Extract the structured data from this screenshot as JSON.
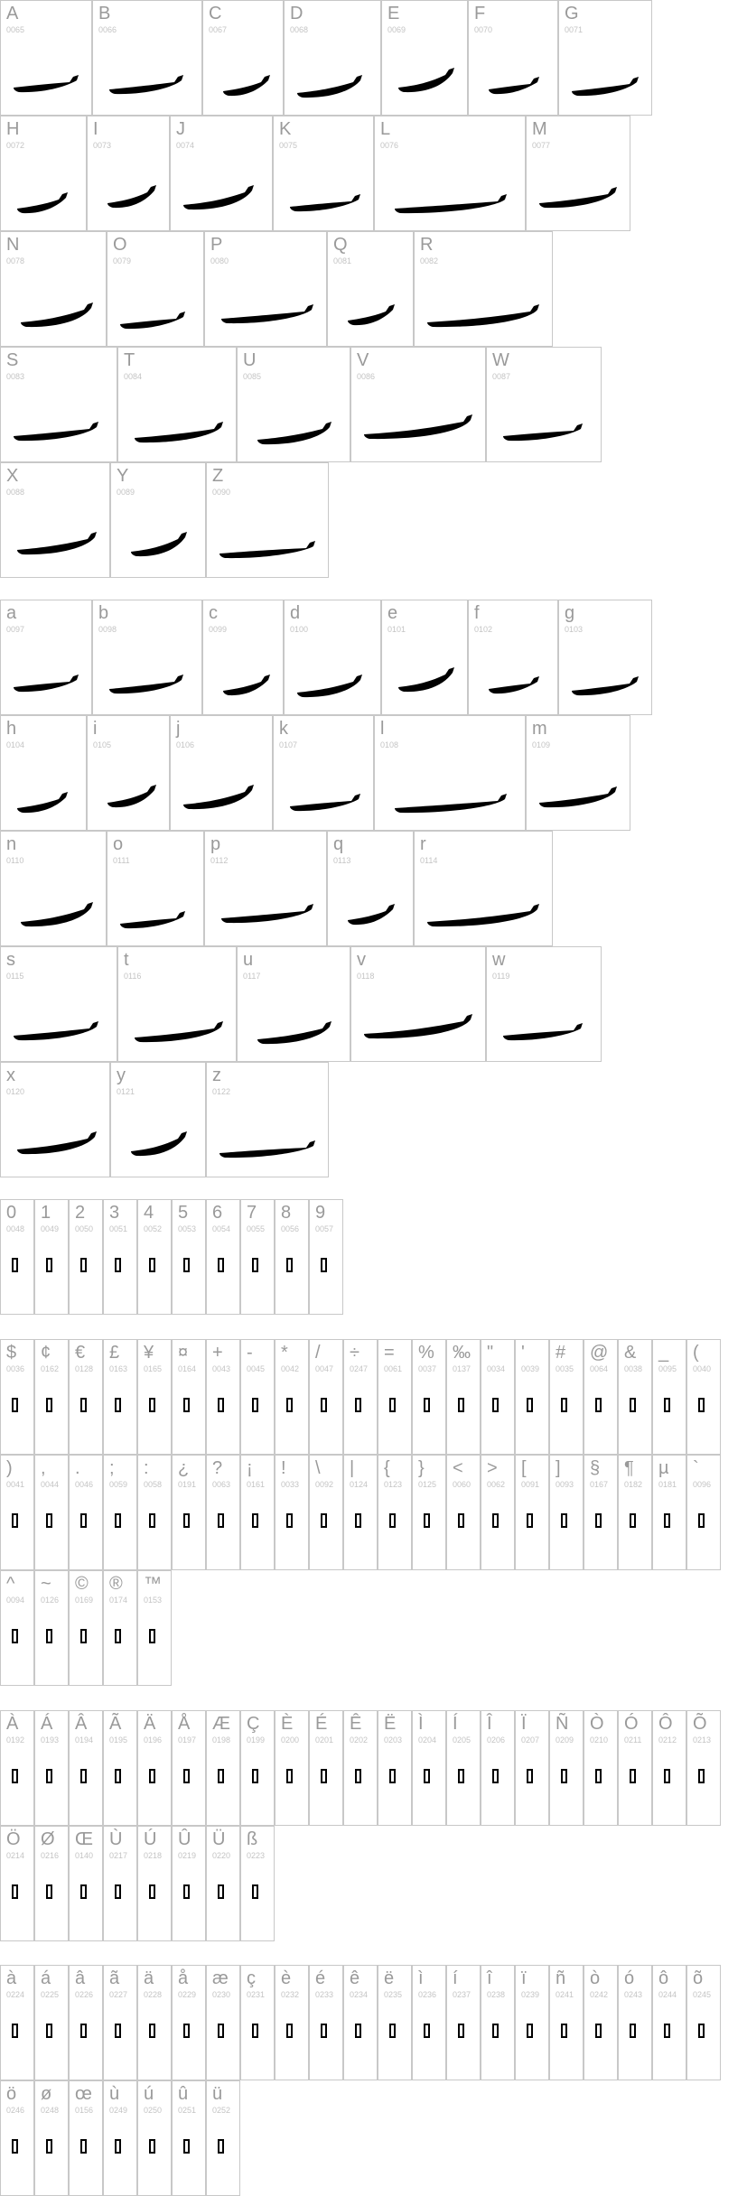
{
  "sections": [
    {
      "id": "uppercase",
      "rows": [
        [
          {
            "label": "A",
            "code": "0065"
          },
          {
            "label": "B",
            "code": "0066"
          },
          {
            "label": "C",
            "code": "0067"
          },
          {
            "label": "D",
            "code": "0068"
          },
          {
            "label": "E",
            "code": "0069"
          },
          {
            "label": "F",
            "code": "0070"
          },
          {
            "label": "G",
            "code": "0071"
          }
        ],
        [
          {
            "label": "H",
            "code": "0072"
          },
          {
            "label": "I",
            "code": "0073"
          },
          {
            "label": "J",
            "code": "0074"
          },
          {
            "label": "K",
            "code": "0075"
          },
          {
            "label": "L",
            "code": "0076"
          },
          {
            "label": "M",
            "code": "0077"
          }
        ],
        [
          {
            "label": "N",
            "code": "0078"
          },
          {
            "label": "O",
            "code": "0079"
          },
          {
            "label": "P",
            "code": "0080"
          },
          {
            "label": "Q",
            "code": "0081"
          },
          {
            "label": "R",
            "code": "0082"
          }
        ],
        [
          {
            "label": "S",
            "code": "0083"
          },
          {
            "label": "T",
            "code": "0084"
          },
          {
            "label": "U",
            "code": "0085"
          },
          {
            "label": "V",
            "code": "0086"
          },
          {
            "label": "W",
            "code": "0087"
          }
        ],
        [
          {
            "label": "X",
            "code": "0088"
          },
          {
            "label": "Y",
            "code": "0089"
          },
          {
            "label": "Z",
            "code": "0090"
          }
        ]
      ]
    },
    {
      "id": "lowercase",
      "rows": [
        [
          {
            "label": "a",
            "code": "0097"
          },
          {
            "label": "b",
            "code": "0098"
          },
          {
            "label": "c",
            "code": "0099"
          },
          {
            "label": "d",
            "code": "0100"
          },
          {
            "label": "e",
            "code": "0101"
          },
          {
            "label": "f",
            "code": "0102"
          },
          {
            "label": "g",
            "code": "0103"
          }
        ],
        [
          {
            "label": "h",
            "code": "0104"
          },
          {
            "label": "i",
            "code": "0105"
          },
          {
            "label": "j",
            "code": "0106"
          },
          {
            "label": "k",
            "code": "0107"
          },
          {
            "label": "l",
            "code": "0108"
          },
          {
            "label": "m",
            "code": "0109"
          }
        ],
        [
          {
            "label": "n",
            "code": "0110"
          },
          {
            "label": "o",
            "code": "0111"
          },
          {
            "label": "p",
            "code": "0112"
          },
          {
            "label": "q",
            "code": "0113"
          },
          {
            "label": "r",
            "code": "0114"
          }
        ],
        [
          {
            "label": "s",
            "code": "0115"
          },
          {
            "label": "t",
            "code": "0116"
          },
          {
            "label": "u",
            "code": "0117"
          },
          {
            "label": "v",
            "code": "0118"
          },
          {
            "label": "w",
            "code": "0119"
          }
        ],
        [
          {
            "label": "x",
            "code": "0120"
          },
          {
            "label": "y",
            "code": "0121"
          },
          {
            "label": "z",
            "code": "0122"
          }
        ]
      ]
    },
    {
      "id": "digits",
      "rows": [
        [
          {
            "label": "0",
            "code": "0048"
          },
          {
            "label": "1",
            "code": "0049"
          },
          {
            "label": "2",
            "code": "0050"
          },
          {
            "label": "3",
            "code": "0051"
          },
          {
            "label": "4",
            "code": "0052"
          },
          {
            "label": "5",
            "code": "0053"
          },
          {
            "label": "6",
            "code": "0054"
          },
          {
            "label": "7",
            "code": "0055"
          },
          {
            "label": "8",
            "code": "0056"
          },
          {
            "label": "9",
            "code": "0057"
          }
        ]
      ]
    },
    {
      "id": "symbols",
      "rows": [
        [
          {
            "label": "$",
            "code": "0036"
          },
          {
            "label": "¢",
            "code": "0162"
          },
          {
            "label": "€",
            "code": "0128"
          },
          {
            "label": "£",
            "code": "0163"
          },
          {
            "label": "¥",
            "code": "0165"
          },
          {
            "label": "¤",
            "code": "0164"
          },
          {
            "label": "+",
            "code": "0043"
          },
          {
            "label": "-",
            "code": "0045"
          },
          {
            "label": "*",
            "code": "0042"
          },
          {
            "label": "/",
            "code": "0047"
          },
          {
            "label": "÷",
            "code": "0247"
          },
          {
            "label": "=",
            "code": "0061"
          },
          {
            "label": "%",
            "code": "0037"
          },
          {
            "label": "‰",
            "code": "0137"
          },
          {
            "label": "\"",
            "code": "0034"
          },
          {
            "label": "'",
            "code": "0039"
          },
          {
            "label": "#",
            "code": "0035"
          },
          {
            "label": "@",
            "code": "0064"
          },
          {
            "label": "&",
            "code": "0038"
          },
          {
            "label": "_",
            "code": "0095"
          },
          {
            "label": "(",
            "code": "0040"
          }
        ],
        [
          {
            "label": ")",
            "code": "0041"
          },
          {
            "label": ",",
            "code": "0044"
          },
          {
            "label": ".",
            "code": "0046"
          },
          {
            "label": ";",
            "code": "0059"
          },
          {
            "label": ":",
            "code": "0058"
          },
          {
            "label": "¿",
            "code": "0191"
          },
          {
            "label": "?",
            "code": "0063"
          },
          {
            "label": "¡",
            "code": "0161"
          },
          {
            "label": "!",
            "code": "0033"
          },
          {
            "label": "\\",
            "code": "0092"
          },
          {
            "label": "|",
            "code": "0124"
          },
          {
            "label": "{",
            "code": "0123"
          },
          {
            "label": "}",
            "code": "0125"
          },
          {
            "label": "<",
            "code": "0060"
          },
          {
            "label": ">",
            "code": "0062"
          },
          {
            "label": "[",
            "code": "0091"
          },
          {
            "label": "]",
            "code": "0093"
          },
          {
            "label": "§",
            "code": "0167"
          },
          {
            "label": "¶",
            "code": "0182"
          },
          {
            "label": "µ",
            "code": "0181"
          },
          {
            "label": "`",
            "code": "0096"
          }
        ],
        [
          {
            "label": "^",
            "code": "0094"
          },
          {
            "label": "~",
            "code": "0126"
          },
          {
            "label": "©",
            "code": "0169"
          },
          {
            "label": "®",
            "code": "0174"
          },
          {
            "label": "™",
            "code": "0153"
          }
        ]
      ]
    },
    {
      "id": "accented-upper",
      "rows": [
        [
          {
            "label": "À",
            "code": "0192"
          },
          {
            "label": "Á",
            "code": "0193"
          },
          {
            "label": "Â",
            "code": "0194"
          },
          {
            "label": "Ã",
            "code": "0195"
          },
          {
            "label": "Ä",
            "code": "0196"
          },
          {
            "label": "Å",
            "code": "0197"
          },
          {
            "label": "Æ",
            "code": "0198"
          },
          {
            "label": "Ç",
            "code": "0199"
          },
          {
            "label": "È",
            "code": "0200"
          },
          {
            "label": "É",
            "code": "0201"
          },
          {
            "label": "Ê",
            "code": "0202"
          },
          {
            "label": "Ë",
            "code": "0203"
          },
          {
            "label": "Ì",
            "code": "0204"
          },
          {
            "label": "Í",
            "code": "0205"
          },
          {
            "label": "Î",
            "code": "0206"
          },
          {
            "label": "Ï",
            "code": "0207"
          },
          {
            "label": "Ñ",
            "code": "0209"
          },
          {
            "label": "Ò",
            "code": "0210"
          },
          {
            "label": "Ó",
            "code": "0211"
          },
          {
            "label": "Ô",
            "code": "0212"
          },
          {
            "label": "Õ",
            "code": "0213"
          }
        ],
        [
          {
            "label": "Ö",
            "code": "0214"
          },
          {
            "label": "Ø",
            "code": "0216"
          },
          {
            "label": "Œ",
            "code": "0140"
          },
          {
            "label": "Ù",
            "code": "0217"
          },
          {
            "label": "Ú",
            "code": "0218"
          },
          {
            "label": "Û",
            "code": "0219"
          },
          {
            "label": "Ü",
            "code": "0220"
          },
          {
            "label": "ß",
            "code": "0223"
          }
        ]
      ]
    },
    {
      "id": "accented-lower",
      "rows": [
        [
          {
            "label": "à",
            "code": "0224"
          },
          {
            "label": "á",
            "code": "0225"
          },
          {
            "label": "â",
            "code": "0226"
          },
          {
            "label": "ã",
            "code": "0227"
          },
          {
            "label": "ä",
            "code": "0228"
          },
          {
            "label": "å",
            "code": "0229"
          },
          {
            "label": "æ",
            "code": "0230"
          },
          {
            "label": "ç",
            "code": "0231"
          },
          {
            "label": "è",
            "code": "0232"
          },
          {
            "label": "é",
            "code": "0233"
          },
          {
            "label": "ê",
            "code": "0234"
          },
          {
            "label": "ë",
            "code": "0235"
          },
          {
            "label": "ì",
            "code": "0236"
          },
          {
            "label": "í",
            "code": "0237"
          },
          {
            "label": "î",
            "code": "0238"
          },
          {
            "label": "ï",
            "code": "0239"
          },
          {
            "label": "ñ",
            "code": "0241"
          },
          {
            "label": "ò",
            "code": "0242"
          },
          {
            "label": "ó",
            "code": "0243"
          },
          {
            "label": "ô",
            "code": "0244"
          },
          {
            "label": "õ",
            "code": "0245"
          }
        ],
        [
          {
            "label": "ö",
            "code": "0246"
          },
          {
            "label": "ø",
            "code": "0248"
          },
          {
            "label": "œ",
            "code": "0156"
          },
          {
            "label": "ù",
            "code": "0249"
          },
          {
            "label": "ú",
            "code": "0250"
          },
          {
            "label": "û",
            "code": "0251"
          },
          {
            "label": "ü",
            "code": "0252"
          }
        ]
      ]
    }
  ]
}
